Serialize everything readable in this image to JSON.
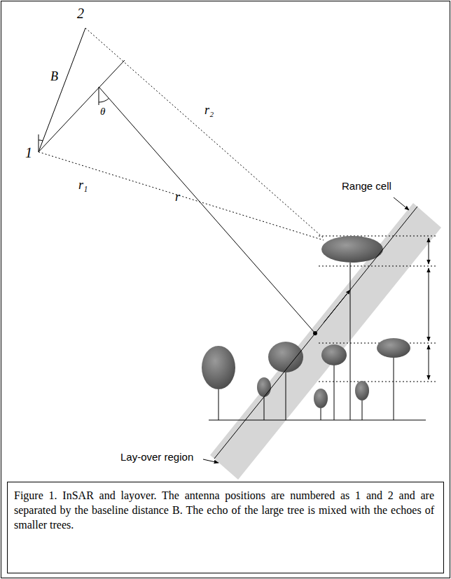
{
  "diagram": {
    "caption": "Figure 1. InSAR and layover. The antenna positions are numbered as 1 and 2 and are separated by the baseline distance B. The echo of the large tree is mixed with the echoes of smaller trees.",
    "labels": [
      "2",
      "B",
      "1",
      "θ",
      "r",
      "r₂",
      "r₁",
      "Range cell",
      "Lay-over region"
    ]
  }
}
